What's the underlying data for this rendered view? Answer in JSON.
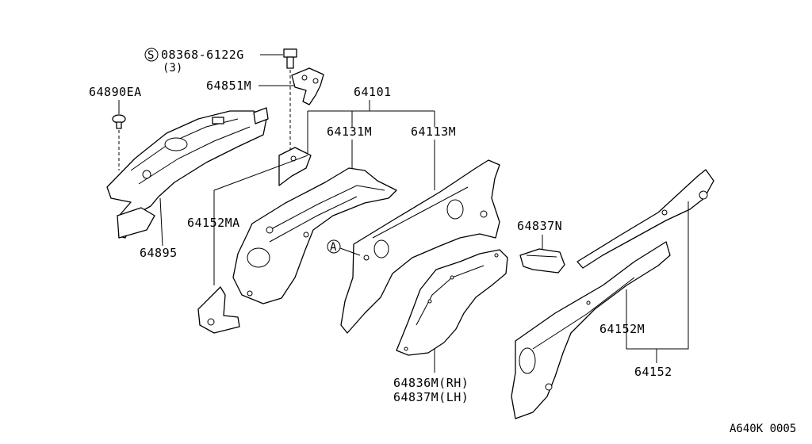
{
  "diagram": {
    "labels": {
      "bolt": "08368-6122G",
      "bolt_qty": "(3)",
      "bolt_symbol": "S",
      "p64890EA": "64890EA",
      "p64851M": "64851M",
      "p64101": "64101",
      "p64131M": "64131M",
      "p64113M": "64113M",
      "p64152MA": "64152MA",
      "p64895": "64895",
      "p64837N": "64837N",
      "ref_a": "A",
      "p64836M_rh": "64836M(RH)",
      "p64837M_lh": "64837M(LH)",
      "p64152M": "64152M",
      "p64152": "64152",
      "diagram_code": "A640K 0005"
    }
  }
}
